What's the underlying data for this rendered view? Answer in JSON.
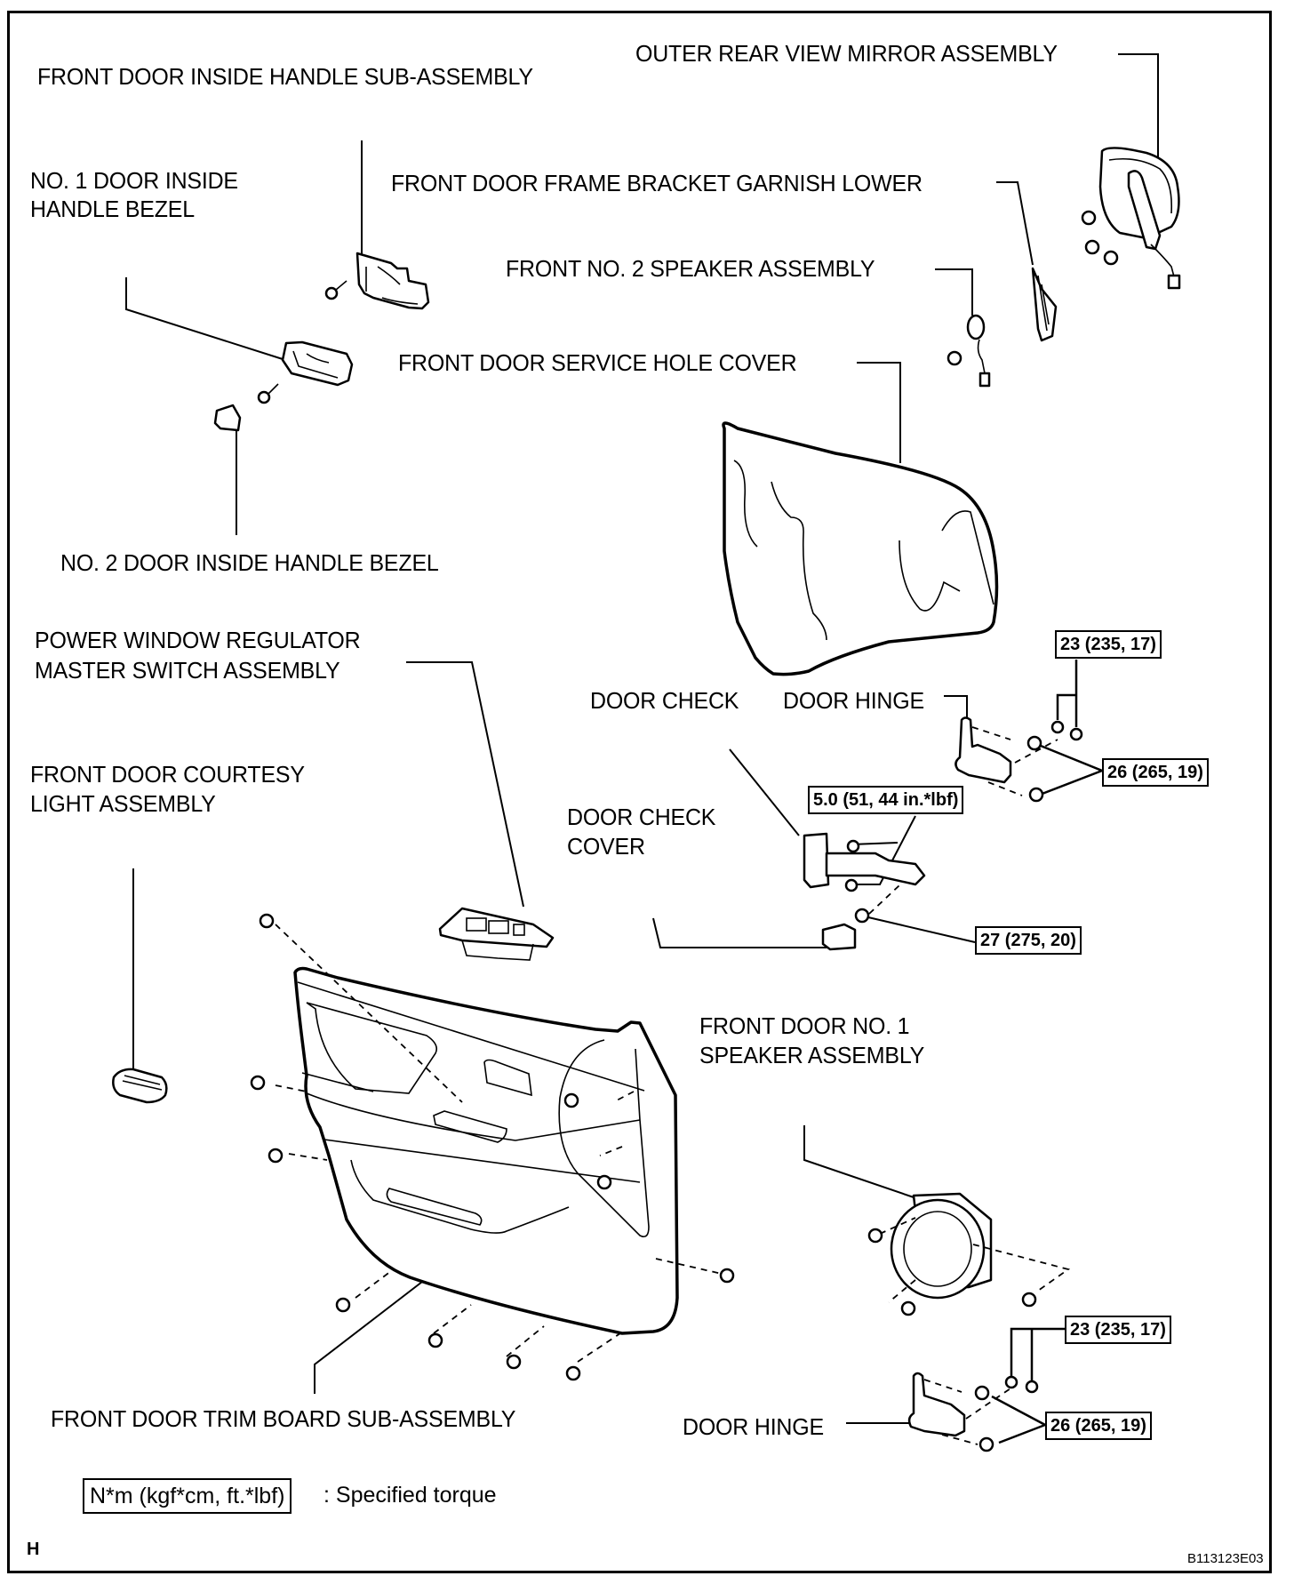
{
  "diagram": {
    "title": "Front door trim components",
    "labels": {
      "inside_handle_sub": "FRONT DOOR INSIDE HANDLE SUB-ASSEMBLY",
      "no1_bezel_line1": "NO. 1 DOOR INSIDE",
      "no1_bezel_line2": "HANDLE BEZEL",
      "no2_bezel": "NO. 2 DOOR INSIDE HANDLE BEZEL",
      "outer_mirror": "OUTER REAR VIEW MIRROR ASSEMBLY",
      "frame_bracket_garnish": "FRONT DOOR FRAME BRACKET GARNISH LOWER",
      "no2_speaker": "FRONT NO. 2 SPEAKER ASSEMBLY",
      "service_hole_cover": "FRONT DOOR SERVICE HOLE COVER",
      "pw_switch_line1": "POWER WINDOW REGULATOR",
      "pw_switch_line2": "MASTER SWITCH ASSEMBLY",
      "courtesy_light_line1": "FRONT DOOR COURTESY",
      "courtesy_light_line2": "LIGHT ASSEMBLY",
      "door_check": "DOOR CHECK",
      "door_hinge_upper": "DOOR HINGE",
      "door_check_cover_line1": "DOOR CHECK",
      "door_check_cover_line2": "COVER",
      "no1_speaker_line1": "FRONT DOOR NO. 1",
      "no1_speaker_line2": "SPEAKER ASSEMBLY",
      "trim_board": "FRONT DOOR TRIM BOARD SUB-ASSEMBLY",
      "door_hinge_lower": "DOOR HINGE"
    },
    "torques": {
      "upper_hinge_23": "23 (235, 17)",
      "upper_hinge_26": "26 (265, 19)",
      "door_check_5": "5.0 (51, 44 in.*lbf)",
      "door_check_27": "27 (275, 20)",
      "lower_hinge_23": "23 (235, 17)",
      "lower_hinge_26": "26 (265, 19)"
    },
    "legend": {
      "unit_box": "N*m (kgf*cm, ft.*lbf)",
      "description": ": Specified torque"
    },
    "corner_letter": "H",
    "figure_code": "B113123E03"
  }
}
